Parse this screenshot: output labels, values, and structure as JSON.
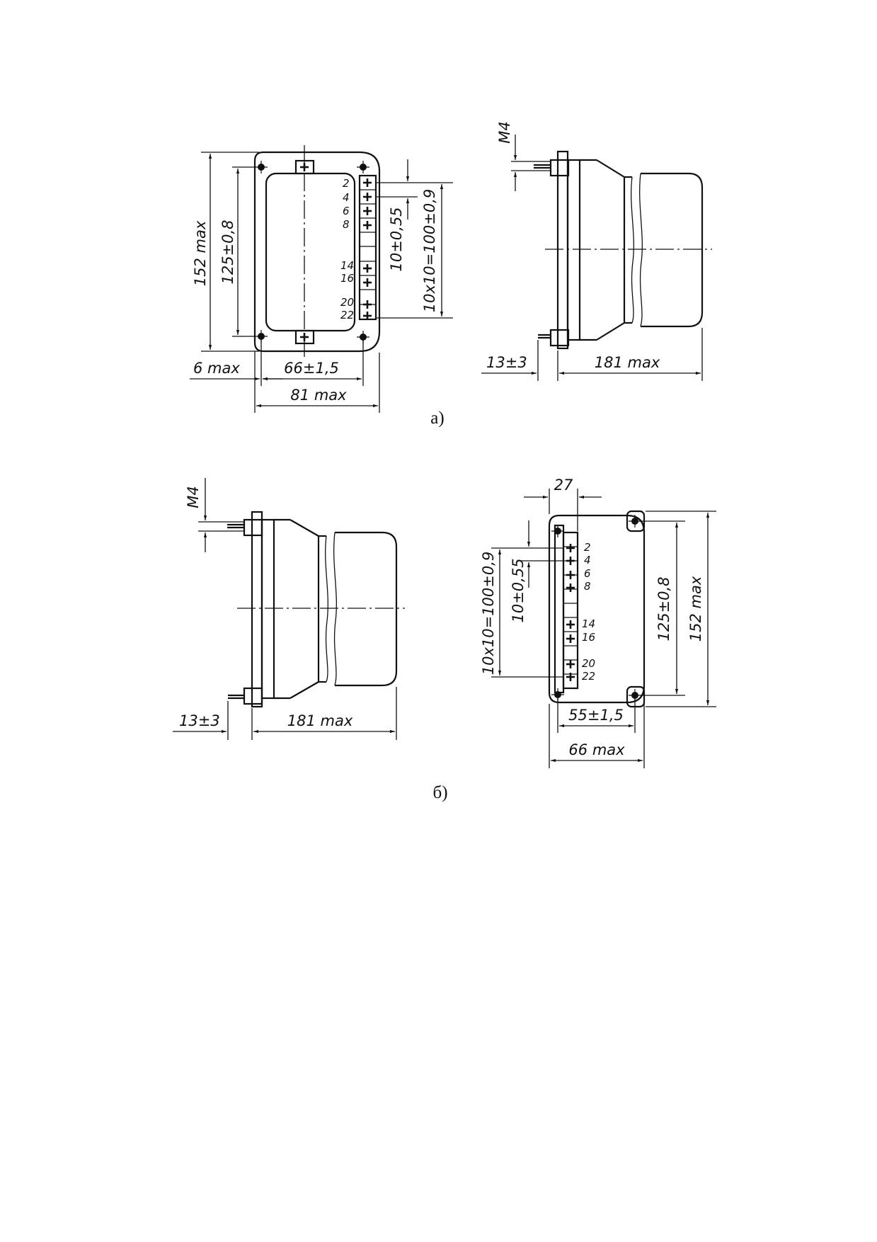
{
  "figure_a": {
    "caption": "а)",
    "front_view": {
      "dim_height_max": "152 max",
      "dim_mount_height": "125±0,8",
      "dim_pin_pitch": "10±0,55",
      "dim_pin_span": "10x10=100±0,9",
      "dim_offset_max": "6 max",
      "dim_mount_width": "66±1,5",
      "dim_width_max": "81 max",
      "pin_labels": [
        "2",
        "4",
        "6",
        "8",
        "14",
        "16",
        "20",
        "22"
      ]
    },
    "side_view": {
      "dim_thread": "M4",
      "dim_stud": "13±3",
      "dim_depth_max": "181 max"
    }
  },
  "figure_b": {
    "caption": "б)",
    "side_view": {
      "dim_thread": "M4",
      "dim_stud": "13±3",
      "dim_depth_max": "181 max"
    },
    "front_view": {
      "dim_block_width": "27",
      "dim_pin_span": "10x10=100±0,9",
      "dim_pin_pitch": "10±0,55",
      "dim_mount_height": "125±0,8",
      "dim_height_max": "152 max",
      "dim_mount_width": "55±1,5",
      "dim_width_max": "66 max",
      "pin_labels": [
        "2",
        "4",
        "6",
        "8",
        "14",
        "16",
        "20",
        "22"
      ]
    }
  }
}
